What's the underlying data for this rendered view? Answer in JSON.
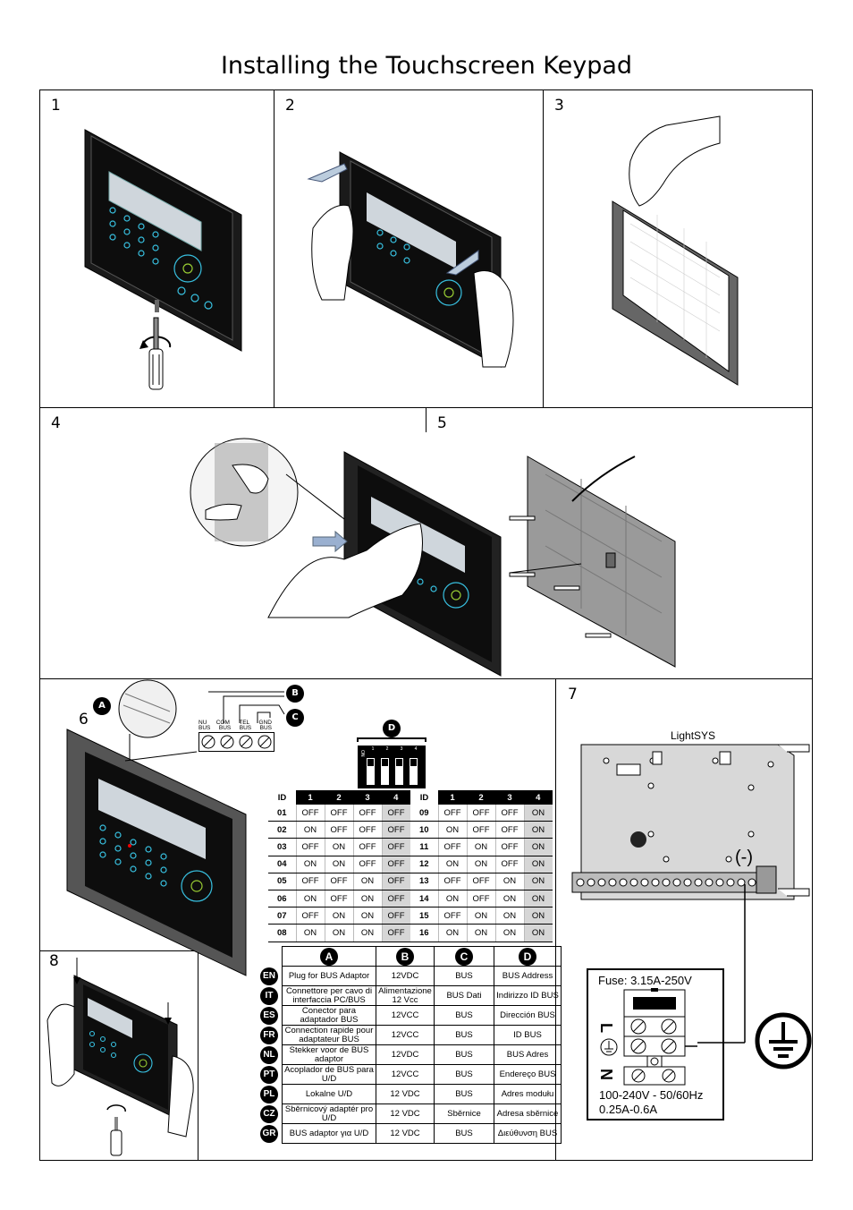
{
  "title": "Installing the Touchscreen Keypad",
  "steps": [
    "1",
    "2",
    "3",
    "4",
    "5",
    "6",
    "7",
    "8"
  ],
  "callouts": {
    "a": "A",
    "b": "B",
    "c": "C",
    "d": "D"
  },
  "terminal_labels": [
    "NU",
    "BUS",
    "COM",
    "BUS",
    "TEL",
    "BUS",
    "GND",
    "BUS"
  ],
  "dip": {
    "numbers": [
      "1",
      "2",
      "3",
      "4"
    ],
    "on_label": "ON"
  },
  "id_table": {
    "headers": [
      "ID",
      "1",
      "2",
      "3",
      "4"
    ],
    "left": [
      [
        "01",
        "OFF",
        "OFF",
        "OFF",
        "OFF"
      ],
      [
        "02",
        "ON",
        "OFF",
        "OFF",
        "OFF"
      ],
      [
        "03",
        "OFF",
        "ON",
        "OFF",
        "OFF"
      ],
      [
        "04",
        "ON",
        "ON",
        "OFF",
        "OFF"
      ],
      [
        "05",
        "OFF",
        "OFF",
        "ON",
        "OFF"
      ],
      [
        "06",
        "ON",
        "OFF",
        "ON",
        "OFF"
      ],
      [
        "07",
        "OFF",
        "ON",
        "ON",
        "OFF"
      ],
      [
        "08",
        "ON",
        "ON",
        "ON",
        "OFF"
      ]
    ],
    "right": [
      [
        "09",
        "OFF",
        "OFF",
        "OFF",
        "ON"
      ],
      [
        "10",
        "ON",
        "OFF",
        "OFF",
        "ON"
      ],
      [
        "11",
        "OFF",
        "ON",
        "OFF",
        "ON"
      ],
      [
        "12",
        "ON",
        "ON",
        "OFF",
        "ON"
      ],
      [
        "13",
        "OFF",
        "OFF",
        "ON",
        "ON"
      ],
      [
        "14",
        "ON",
        "OFF",
        "ON",
        "ON"
      ],
      [
        "15",
        "OFF",
        "ON",
        "ON",
        "ON"
      ],
      [
        "16",
        "ON",
        "ON",
        "ON",
        "ON"
      ]
    ]
  },
  "lang_table": {
    "headers": [
      "A",
      "B",
      "C",
      "D"
    ],
    "rows": [
      {
        "code": "EN",
        "cells": [
          "Plug for BUS Adaptor",
          "12VDC",
          "BUS",
          "BUS Address"
        ]
      },
      {
        "code": "IT",
        "cells": [
          "Connettore per cavo di interfaccia PC/BUS",
          "Alimentazione 12 Vcc",
          "BUS Dati",
          "Indirizzo ID BUS"
        ]
      },
      {
        "code": "ES",
        "cells": [
          "Conector para adaptador BUS",
          "12VCC",
          "BUS",
          "Dirección BUS"
        ]
      },
      {
        "code": "FR",
        "cells": [
          "Connection rapide pour adaptateur BUS",
          "12VCC",
          "BUS",
          "ID BUS"
        ]
      },
      {
        "code": "NL",
        "cells": [
          "Stekker voor de BUS adaptor",
          "12VDC",
          "BUS",
          "BUS Adres"
        ]
      },
      {
        "code": "PT",
        "cells": [
          "Acoplador de BUS para U/D",
          "12VCC",
          "BUS",
          "Endereço BUS"
        ]
      },
      {
        "code": "PL",
        "cells": [
          "Lokalne U/D",
          "12 VDC",
          "BUS",
          "Adres modułu"
        ]
      },
      {
        "code": "CZ",
        "cells": [
          "Sběrnicový adaptér pro U/D",
          "12 VDC",
          "Sběrnice",
          "Adresa sběrnice"
        ]
      },
      {
        "code": "GR",
        "cells": [
          "BUS adaptor για U/D",
          "12 VDC",
          "BUS",
          "Διεύθυνση BUS"
        ]
      }
    ]
  },
  "panel7": {
    "brand": "LightSYS",
    "minus": "(-)",
    "fuse": "Fuse: 3.15A-250V",
    "voltage": "100-240V - 50/60Hz",
    "current": "0.25A-0.6A",
    "l_mark": "L",
    "n_mark": "N"
  }
}
